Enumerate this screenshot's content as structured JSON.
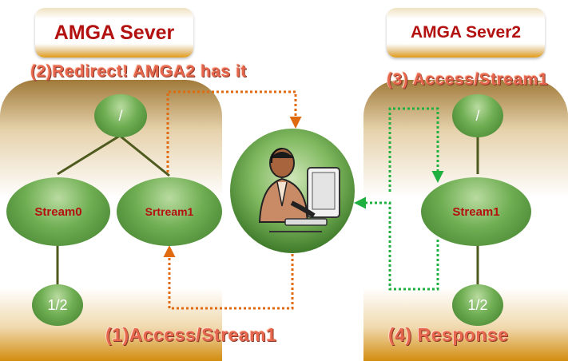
{
  "left_server": {
    "title": "AMGA Sever",
    "root_label": "/",
    "stream0_label": "Stream0",
    "stream1_label": "Srtream1",
    "leaf_label": "1/2"
  },
  "right_server": {
    "title": "AMGA Sever2",
    "root_label": "/",
    "stream1_label": "Stream1",
    "leaf_label": "1/2"
  },
  "steps": {
    "step1": "(1)Access/Stream1",
    "step2": "(2)Redirect! AMGA2 has it",
    "step3": "(3) Access/Stream1",
    "step4": "(4) Response"
  },
  "colors": {
    "orange_arrow": "#e06a10",
    "green_arrow": "#20b040",
    "node_green": "#5f9e45",
    "title_red": "#b31010",
    "caption": "#e7674e"
  }
}
